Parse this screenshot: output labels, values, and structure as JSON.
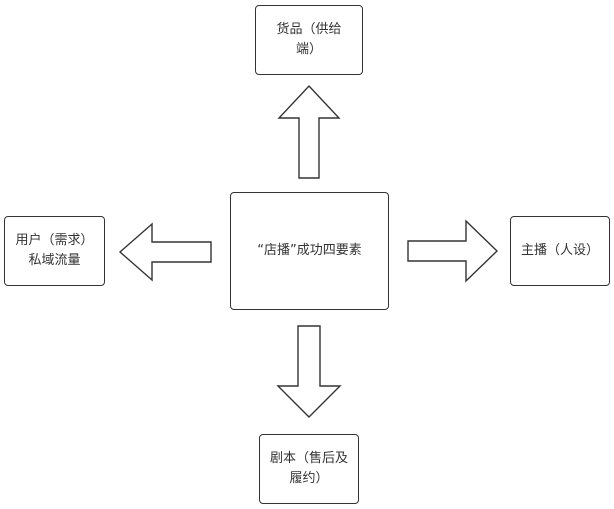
{
  "diagram": {
    "center": {
      "label": "“店播”成功四要素"
    },
    "top": {
      "label": "货品（供给\n端）"
    },
    "left": {
      "label": "用户（需求）\n私域流量"
    },
    "right": {
      "label": "主播（人设）"
    },
    "bottom": {
      "label": "剧本（售后及\n履约）"
    }
  },
  "colors": {
    "stroke": "#333333",
    "fill": "#ffffff",
    "text": "#333333"
  }
}
